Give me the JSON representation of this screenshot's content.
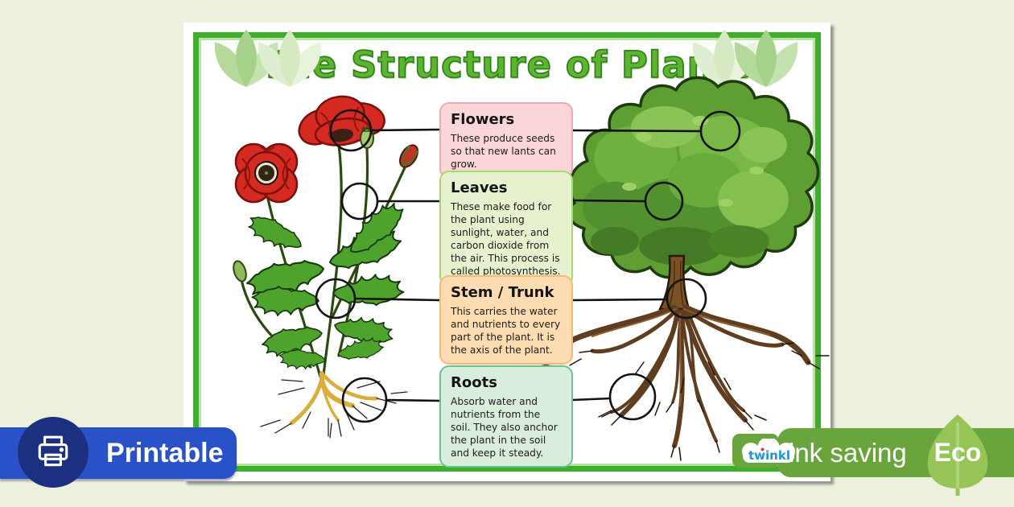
{
  "page": {
    "background_color": "#ecf0dd"
  },
  "poster": {
    "title": "The Structure of Plants",
    "title_color": "#5cb52e",
    "frame_color": "#3fae2c",
    "sections": [
      {
        "heading": "Flowers",
        "body": "These produce seeds so that new lants can grow.",
        "bg_color": "#fbd6d8",
        "border_color": "#f0a9ae"
      },
      {
        "heading": "Leaves",
        "body": "These make food for the plant using sunlight, water, and carbon dioxide from the air. This process is called photosynthesis.",
        "bg_color": "#e6f2cd",
        "border_color": "#aed478"
      },
      {
        "heading": "Stem / Trunk",
        "body": "This carries the water and nutrients to every part of the plant. It is the axis of the plant.",
        "bg_color": "#fcdcb0",
        "border_color": "#f2b978"
      },
      {
        "heading": "Roots",
        "body": "Absorb water and nutrients from the soil. They also anchor the plant in the soil and keep it steady.",
        "bg_color": "#d9eddd",
        "border_color": "#6cc092"
      }
    ],
    "illustrations": {
      "left": "poppy-plant",
      "right": "tree-with-roots"
    }
  },
  "footer": {
    "printable": {
      "label": "Printable",
      "bar_color": "#2a52c8",
      "circle_color": "#1d2f80",
      "icon": "printer-icon"
    },
    "twinkl": {
      "label": "twinkl"
    },
    "ink_saving": {
      "label": "ink saving",
      "bar_color": "#69a43d"
    },
    "eco": {
      "label": "Eco",
      "leaf_color": "#97c457"
    }
  }
}
